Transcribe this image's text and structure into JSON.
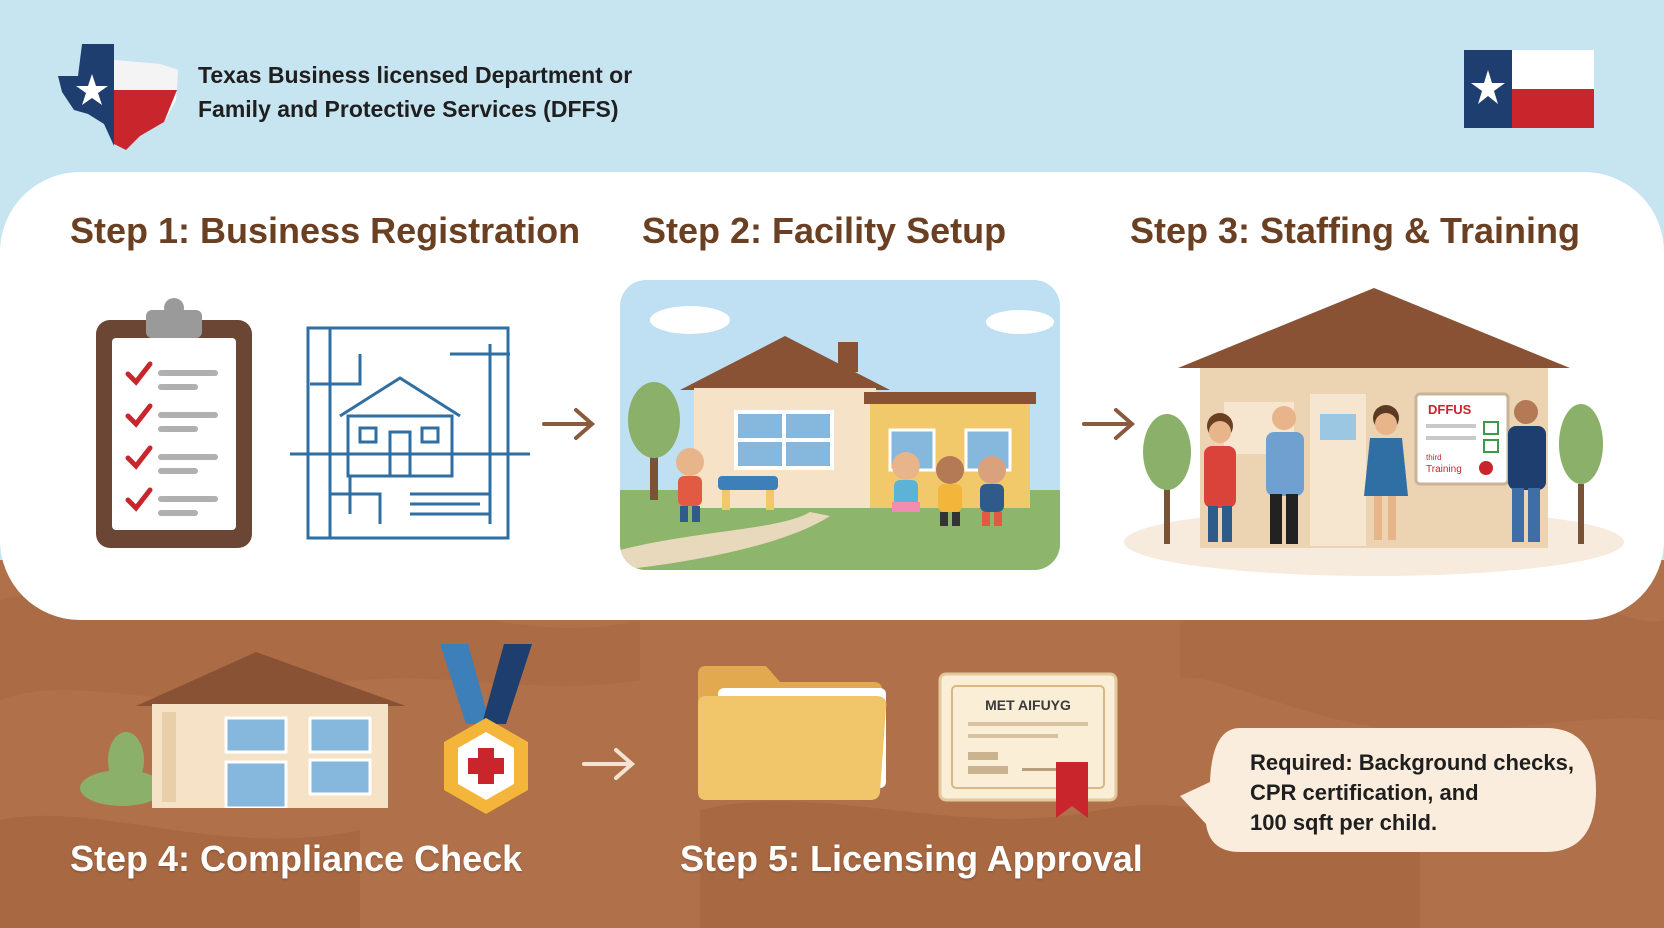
{
  "header": {
    "title_line1": "Texas Business licensed Department or",
    "title_line2": "Family and Protective Services (DFFS)"
  },
  "steps": [
    {
      "label": "Step 1: Business Registration"
    },
    {
      "label": "Step 2: Facility Setup"
    },
    {
      "label": "Step 3: Staffing & Training"
    },
    {
      "label": "Step 4: Compliance Check"
    },
    {
      "label": "Step 5: Licensing Approval"
    }
  ],
  "step3_poster": {
    "title": "DFFUS",
    "caption_small": "third",
    "caption": "Training"
  },
  "certificate": {
    "title": "MET AIFUYG"
  },
  "note": {
    "line1": "Required: Background checks,",
    "line2": "CPR certification, and",
    "line3": "100 sqft per child."
  },
  "colors": {
    "sky": "#c7e4f1",
    "earth": "#b0704a",
    "step_title_dark": "#6b3f22",
    "texas_blue": "#1d3e6e",
    "texas_red": "#c8262c",
    "check_red": "#c8262c",
    "blueprint": "#2f6fa3"
  }
}
